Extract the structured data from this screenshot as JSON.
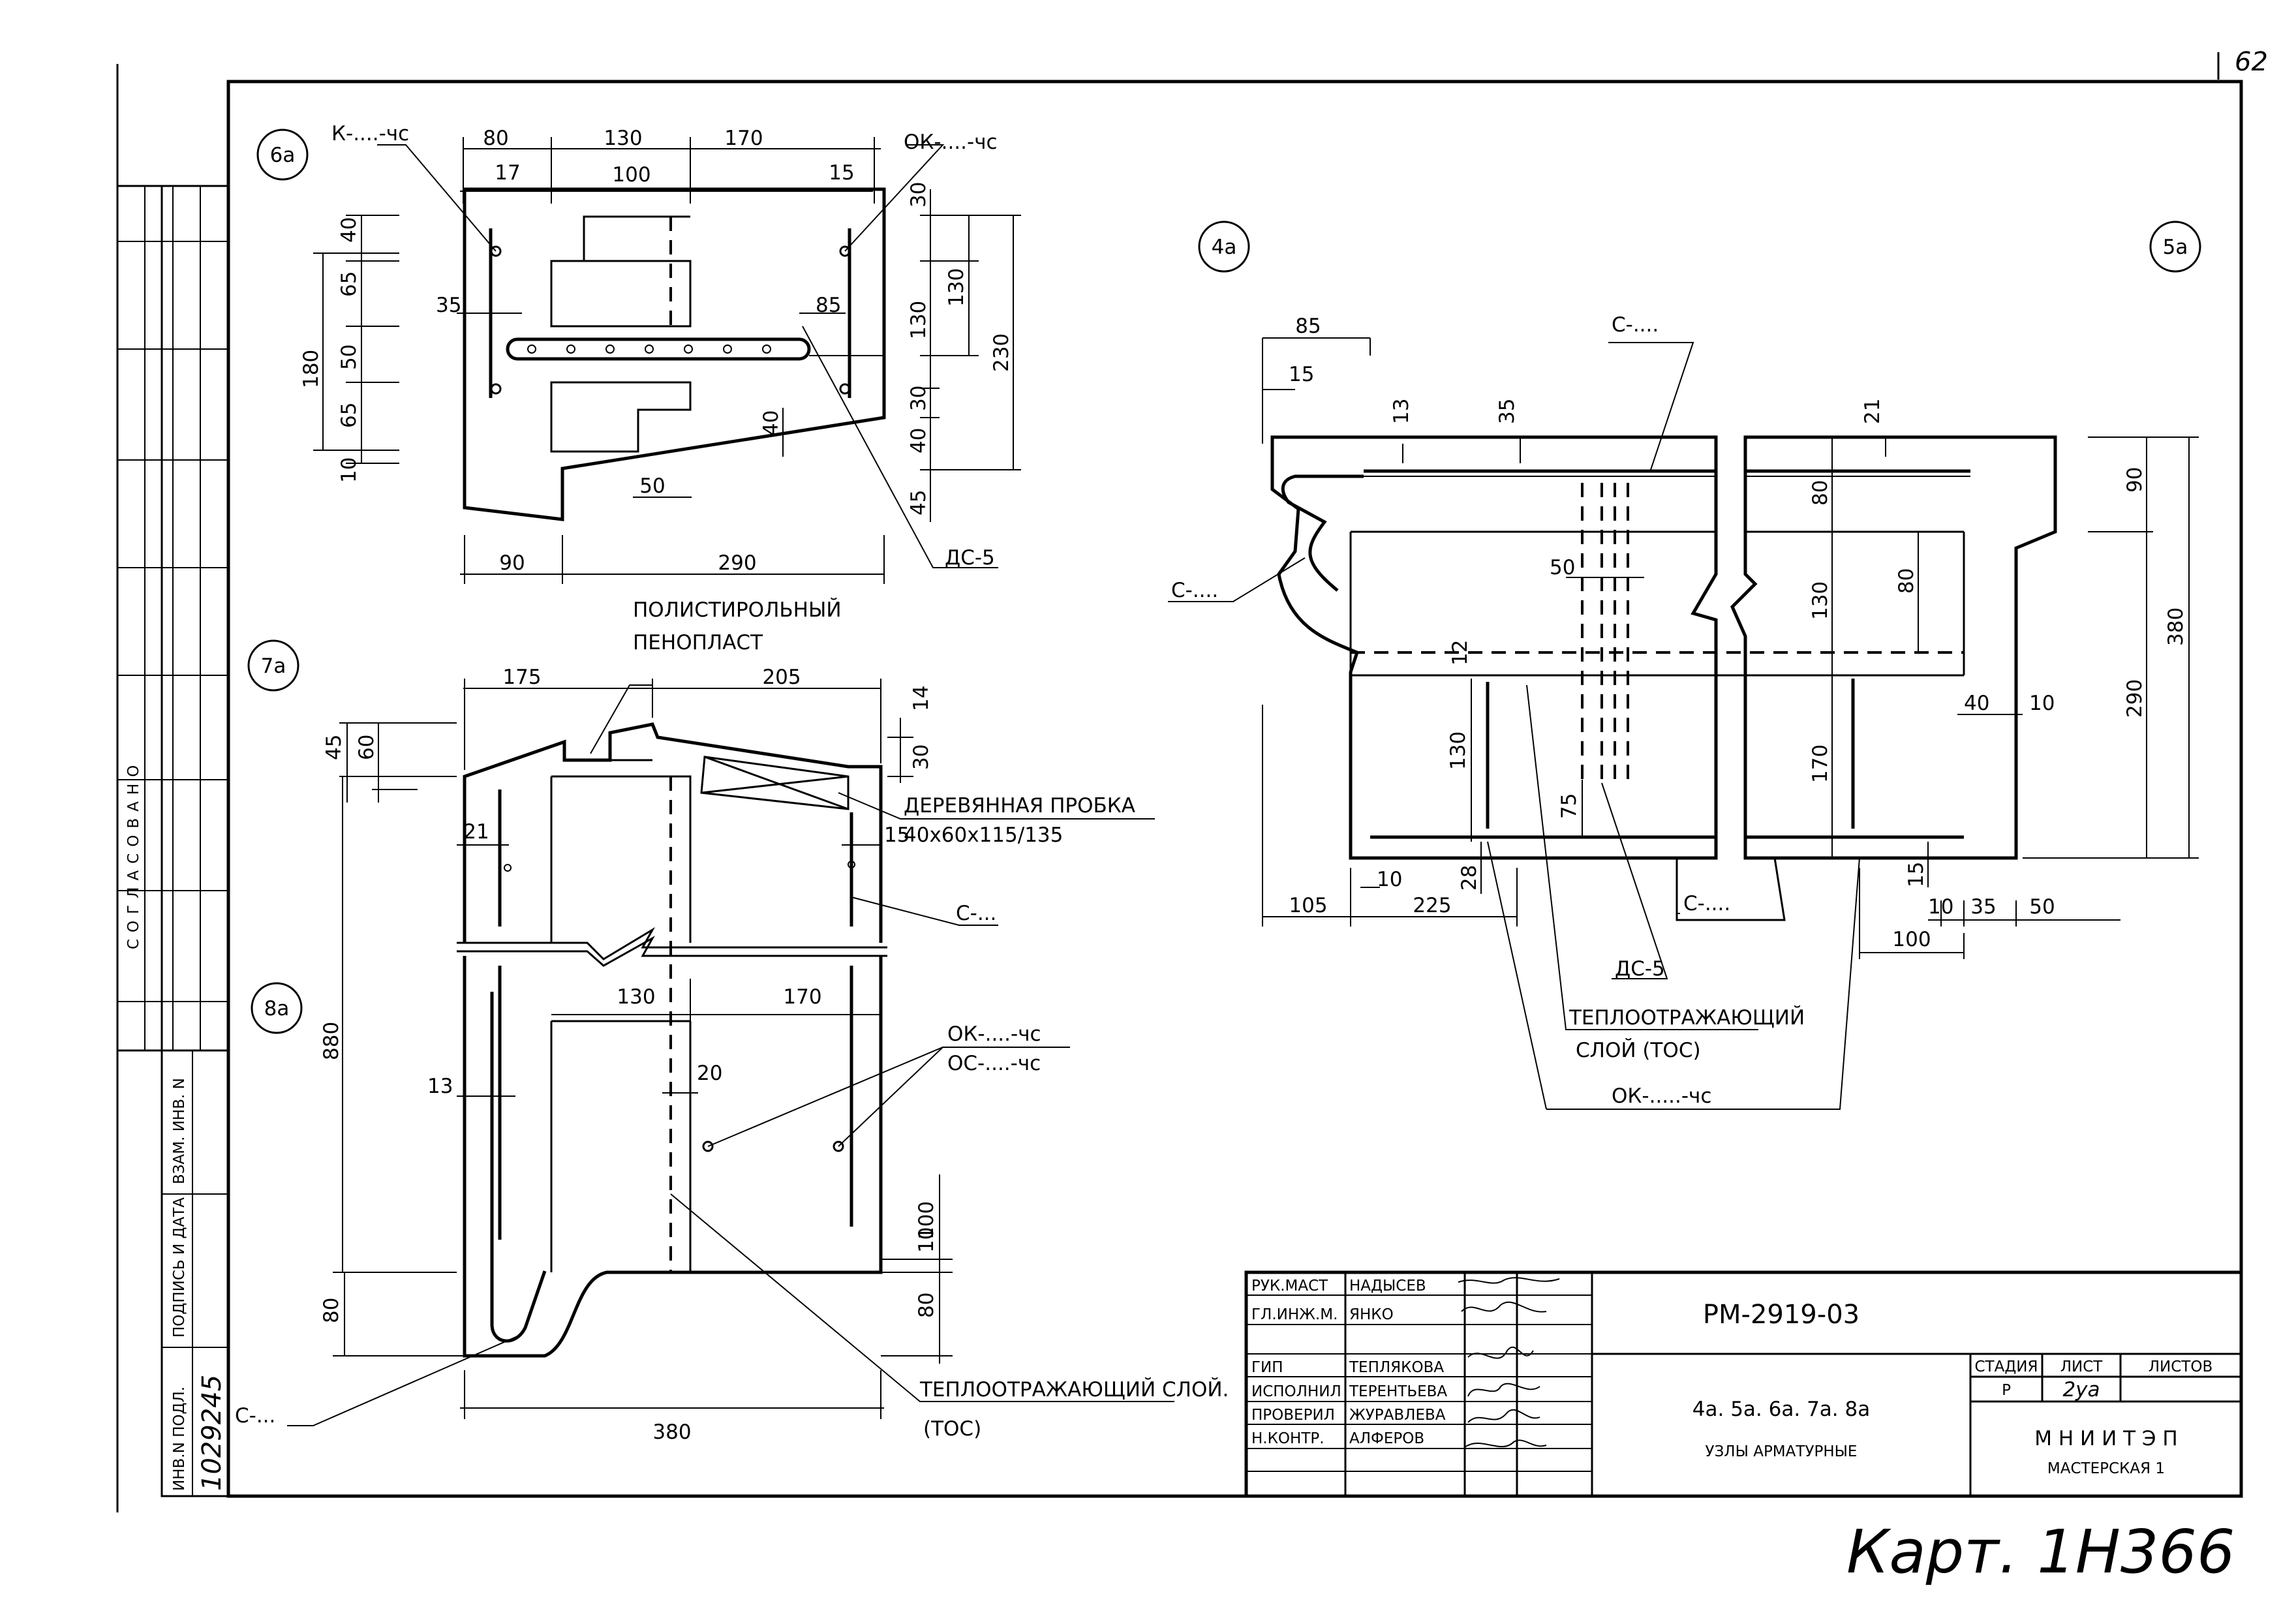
{
  "sheet_number": "62",
  "side_stamp": {
    "agreed": "СОГЛАСОВАНО",
    "inv_no_label": "ВЗАМ. ИНВ. N",
    "sign_date_label": "ПОДПИСЬ И ДАТА",
    "orig_inv_label": "ИНВ.N ПОДЛ.",
    "orig_inv_value": "1029245"
  },
  "nodes": {
    "n6a": "6а",
    "n7a": "7а",
    "n8a": "8а",
    "n4a": "4а",
    "n5a": "5а"
  },
  "d6a": {
    "callouts": {
      "k": "К-....-чс",
      "ok": "ОК-....-чс",
      "ds": "ДС-5"
    },
    "dims": {
      "t80": "80",
      "t130": "130",
      "t170": "170",
      "t17": "17",
      "t100": "100",
      "t15": "15",
      "l40": "40",
      "l65a": "65",
      "l35": "35",
      "l180": "180",
      "l50": "50",
      "l65b": "65",
      "l10": "10",
      "r30a": "30",
      "r130a": "130",
      "r130b": "130",
      "r230": "230",
      "r85": "85",
      "r30b": "30",
      "r40a": "40",
      "r40b": "40",
      "r45": "45",
      "b50": "50",
      "b90": "90",
      "b290": "290"
    }
  },
  "d7a": {
    "callouts": {
      "foam1": "ПОЛИСТИРОЛЬНЫЙ",
      "foam2": "ПЕНОПЛАСТ",
      "plug1": "ДЕРЕВЯННАЯ ПРОБКА",
      "plug2": "40х60х115/135",
      "c1": "С-...",
      "ok": "ОК-....-чс",
      "oc": "ОС-....-чс",
      "tos1": "ТЕПЛООТРАЖАЮЩИЙ СЛОЙ.",
      "tos2": "(ТОС)",
      "c2": "С-..."
    },
    "dims": {
      "t175": "175",
      "t205": "205",
      "t14": "14",
      "l45": "45",
      "l60": "60",
      "r30": "30",
      "l21": "21",
      "r15": "15",
      "m130": "130",
      "m170": "170",
      "l880": "880",
      "l13": "13",
      "m20": "20",
      "r100": "100",
      "r10": "10",
      "l80": "80",
      "r80": "80",
      "b380": "380"
    }
  },
  "d4a": {
    "callouts": {
      "c1": "С-....",
      "c2": "С-....",
      "c3": "С-....",
      "ds": "ДС-5",
      "tos1": "ТЕПЛООТРАЖАЮЩИЙ",
      "tos2": "СЛОЙ (ТОС)",
      "ok": "ОК-.....-чс"
    },
    "dims": {
      "t85": "85",
      "t15": "15",
      "t13": "13",
      "t35": "35",
      "t21": "21",
      "l50": "50",
      "c80a": "80",
      "c130": "130",
      "c80b": "80",
      "c170": "170",
      "c12": "12",
      "l130": "130",
      "l75": "75",
      "r90": "90",
      "r380": "380",
      "r290": "290",
      "r40": "40",
      "r10a": "10",
      "b10": "10",
      "b28": "28",
      "b105": "105",
      "b225": "225",
      "b15": "15",
      "b10b": "10",
      "b35": "35",
      "b50": "50",
      "b100": "100"
    }
  },
  "title_block": {
    "doc_code": "РМ-2919-03",
    "nodes_title": "4а. 5а. 6а. 7а. 8а",
    "subtitle": "УЗЛЫ АРМАТУРНЫЕ",
    "stage_label": "СТАДИЯ",
    "sheet_label": "ЛИСТ",
    "sheets_label": "ЛИСТОВ",
    "stage": "Р",
    "sheet": "2уа",
    "org": "М Н И И Т Э П",
    "workshop": "МАСТЕРСКАЯ 1",
    "staff": [
      {
        "role": "РУК.МАСТ",
        "name": "НАДЫСЕВ"
      },
      {
        "role": "ГЛ.ИНЖ.М.",
        "name": "ЯНКО"
      },
      {
        "role": "ГИП",
        "name": "ТЕПЛЯКОВА"
      },
      {
        "role": "ИСПОЛНИЛ",
        "name": "ТЕРЕНТЬЕВА"
      },
      {
        "role": "ПРОВЕРИЛ",
        "name": "ЖУРАВЛЕВА"
      },
      {
        "role": "Н.КОНТР.",
        "name": "АЛФЕРОВ"
      }
    ]
  },
  "handwritten_note": "Карт. 1Н366"
}
